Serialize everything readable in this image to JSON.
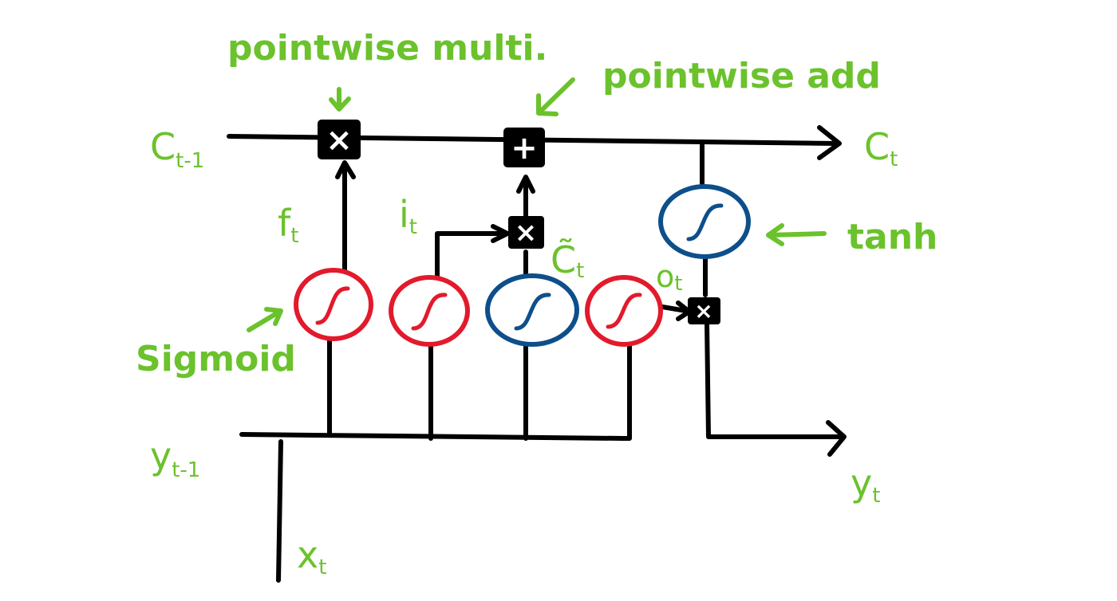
{
  "labels": {
    "c_prev": {
      "main": "C",
      "sub": "t-1"
    },
    "c_t": {
      "main": "C",
      "sub": "t"
    },
    "f_t": {
      "main": "f",
      "sub": "t"
    },
    "i_t": {
      "main": "i",
      "sub": "t"
    },
    "c_tilde": {
      "main": "C̃",
      "sub": "t"
    },
    "o_t": {
      "main": "o",
      "sub": "t"
    },
    "y_prev": {
      "main": "y",
      "sub": "t-1"
    },
    "y_t": {
      "main": "y",
      "sub": "t"
    },
    "x_t": {
      "main": "x",
      "sub": "t"
    }
  },
  "annotations": {
    "pointwise_multi": "pointwise multi.",
    "pointwise_add": "pointwise add",
    "tanh": "tanh",
    "sigmoid": "Sigmoid"
  },
  "operators": {
    "multiply": "×",
    "add": "+"
  },
  "colors": {
    "label_green": "#6bc22c",
    "sigmoid_red": "#e21a2c",
    "tanh_blue": "#0d4f8b",
    "wire_black": "#000000"
  },
  "icons": {
    "sigmoid_gate": "sigmoid-curve-icon",
    "tanh_gate": "tanh-curve-icon"
  }
}
